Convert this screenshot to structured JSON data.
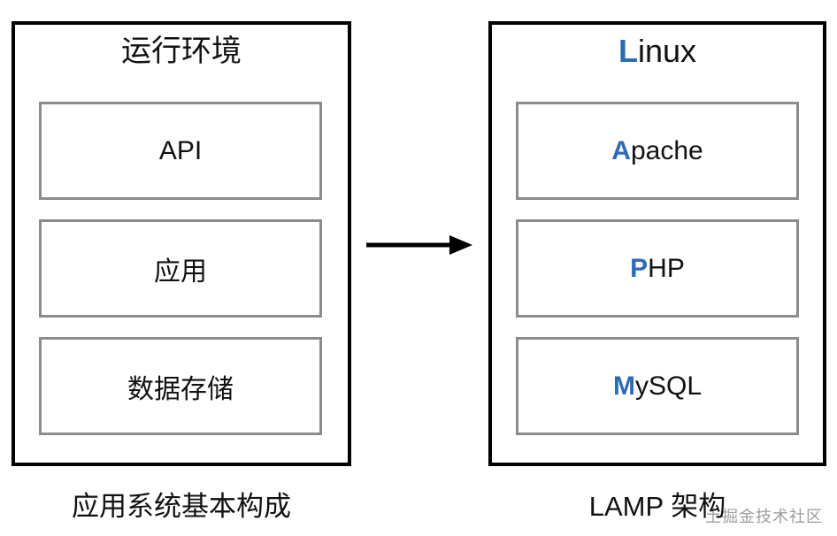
{
  "diagram": {
    "left_panel": {
      "title": "运行环境",
      "boxes": [
        "API",
        "应用",
        "数据存储"
      ],
      "caption": "应用系统基本构成"
    },
    "right_panel": {
      "title": {
        "first": "L",
        "rest": "inux"
      },
      "boxes": [
        {
          "first": "A",
          "rest": "pache"
        },
        {
          "first": "P",
          "rest": "HP"
        },
        {
          "first": "M",
          "rest": "ySQL"
        }
      ],
      "caption": "LAMP 架构"
    },
    "arrow_icon": "right-arrow",
    "watermark": "土掘金技术社区",
    "colors": {
      "accent_blue": "#2D6CB4",
      "panel_border_black": "#000000",
      "inner_box_border_gray": "#8C8C8C",
      "watermark_gray": "#9E9E9E"
    }
  }
}
